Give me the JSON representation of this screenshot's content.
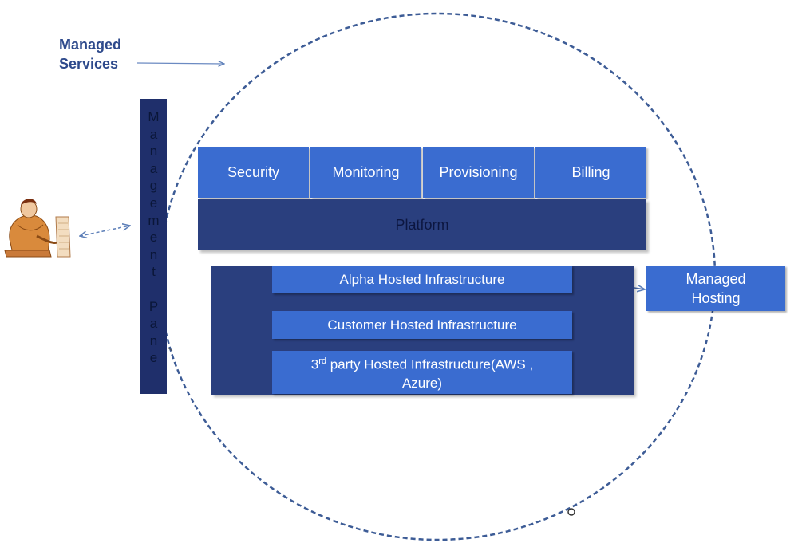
{
  "title": {
    "line1": "Managed",
    "line2": "Services"
  },
  "management_pane": {
    "letters": [
      "M",
      "a",
      "n",
      "a",
      "g",
      "e",
      "m",
      "e",
      "n",
      "t",
      "",
      "P",
      "a",
      "n",
      "e"
    ]
  },
  "services": [
    {
      "label": "Security"
    },
    {
      "label": "Monitoring"
    },
    {
      "label": "Provisioning"
    },
    {
      "label": "Billing"
    }
  ],
  "platform": {
    "label": "Platform"
  },
  "infrastructure": {
    "alpha": "Alpha Hosted Infrastructure",
    "customer": "Customer Hosted Infrastructure",
    "third_party": {
      "num": "3",
      "sup": "rd",
      "rest_line1": " party Hosted Infrastructure(AWS ,",
      "line2": "Azure)"
    }
  },
  "managed_hosting": {
    "line1": "Managed",
    "line2": "Hosting"
  },
  "colors": {
    "box_blue": "#3a6cd0",
    "box_dark": "#2a3f7e",
    "pane": "#1f2f6b",
    "circle": "#3d5c96",
    "title": "#2e4a8c"
  },
  "icons": [
    "person-at-desk-icon"
  ]
}
